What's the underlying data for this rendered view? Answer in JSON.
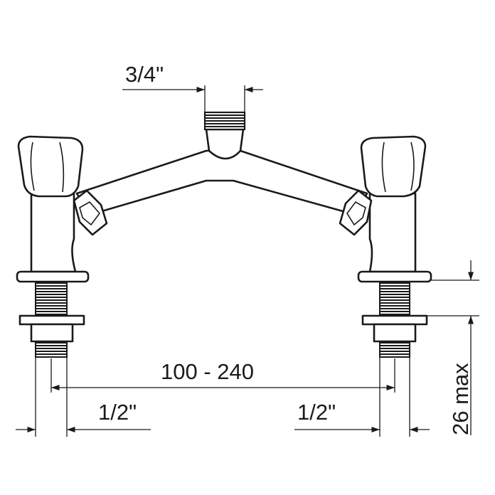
{
  "dimensions": {
    "outlet": "3/4\"",
    "spacing": "100 - 240",
    "inlet_left": "1/2\"",
    "inlet_right": "1/2\"",
    "deck_thickness": "26 max"
  },
  "colors": {
    "line": "#1a1a1a",
    "background": "#ffffff"
  }
}
